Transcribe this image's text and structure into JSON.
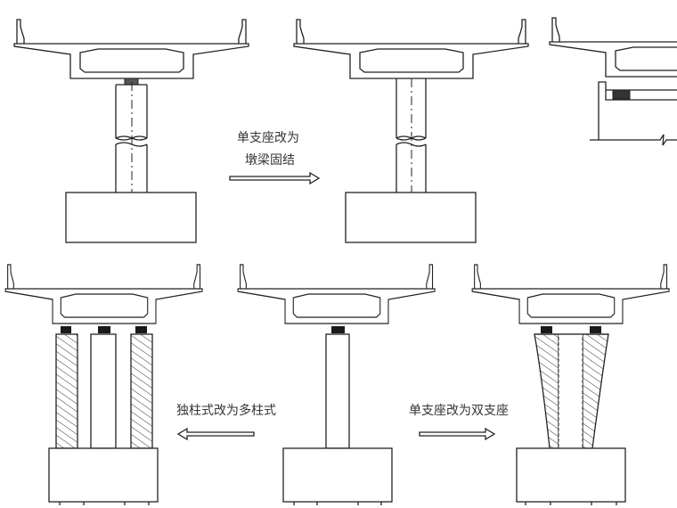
{
  "labels": {
    "top_line1": "单支座改为",
    "top_line2": "墩梁固结",
    "bottom_left": "独柱式改为多柱式",
    "bottom_right": "单支座改为双支座"
  },
  "colors": {
    "line": "#222222",
    "bearing": "#1a1a1a",
    "background": "#ffffff"
  }
}
